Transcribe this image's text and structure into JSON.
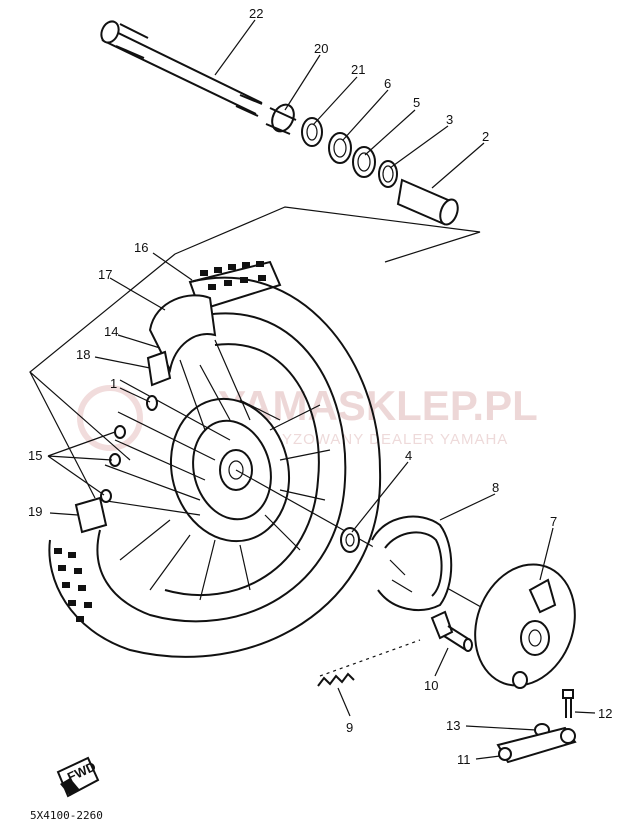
{
  "diagram": {
    "part_code": "5X4100-2260",
    "fwd_label": "FWD",
    "watermark": {
      "brand": "YAMASKLEP.PL",
      "subtitle": "AUTORYZOWANY DEALER YAMAHA"
    },
    "callouts": {
      "c1": "1",
      "c2": "2",
      "c3": "3",
      "c4": "4",
      "c5": "5",
      "c6": "6",
      "c7": "7",
      "c8": "8",
      "c9": "9",
      "c10": "10",
      "c11": "11",
      "c12": "12",
      "c13": "13",
      "c14": "14",
      "c15": "15",
      "c16": "16",
      "c17": "17",
      "c18": "18",
      "c19": "19",
      "c20": "20",
      "c21": "21",
      "c22": "22"
    }
  }
}
